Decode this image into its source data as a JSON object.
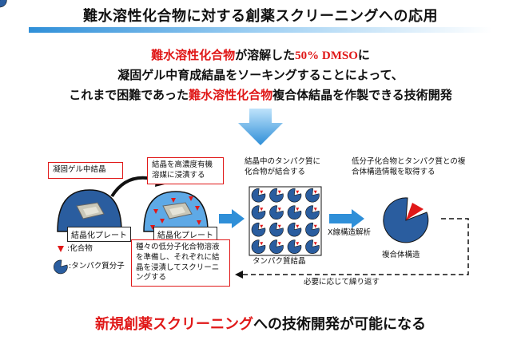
{
  "title": "難水溶性化合物に対する創薬スクリーニングへの応用",
  "intro": {
    "line1_red": "難水溶性化合物",
    "line1_mid": "が溶解した",
    "line1_dmso": "50% DMSO",
    "line1_end": "に",
    "line2": "凝固ゲル中育成結晶をソーキングすることによって、",
    "line3_start": "これまで困難であった",
    "line3_red": "難水溶性化合物",
    "line3_end": "複合体結晶を作製できる技術開発"
  },
  "diagram": {
    "gel_crystal_label": "凝固ゲル中結晶",
    "soak_label": "結晶を高濃度有機溶媒に浸漬する",
    "binding_label": "結晶中のタンパク質に化合物が結合する",
    "info_label": "低分子化合物とタンパク質との複合体構造情報を取得する",
    "plate_label_1": "結晶化プレート",
    "plate_label_2": "結晶化プレート",
    "xray_label": "X線構造解析",
    "protein_crystal_label": "タンパク質結晶",
    "complex_label": "複合体構造",
    "compound_legend": ":化合物",
    "protein_legend": ":タンパク質分子",
    "prep_text": "種々の低分子化合物溶液を準備し、それぞれに結晶を浸漬してスクリーニングする",
    "repeat_label": "必要に応じて繰り返す"
  },
  "bottom": {
    "red": "新規創薬スクリーニング",
    "rest": "への技術開発が可能になる"
  },
  "colors": {
    "accent_red": "#e01818",
    "blue": "#2a5d9f",
    "arrow_blue": "#2f8fd8"
  }
}
